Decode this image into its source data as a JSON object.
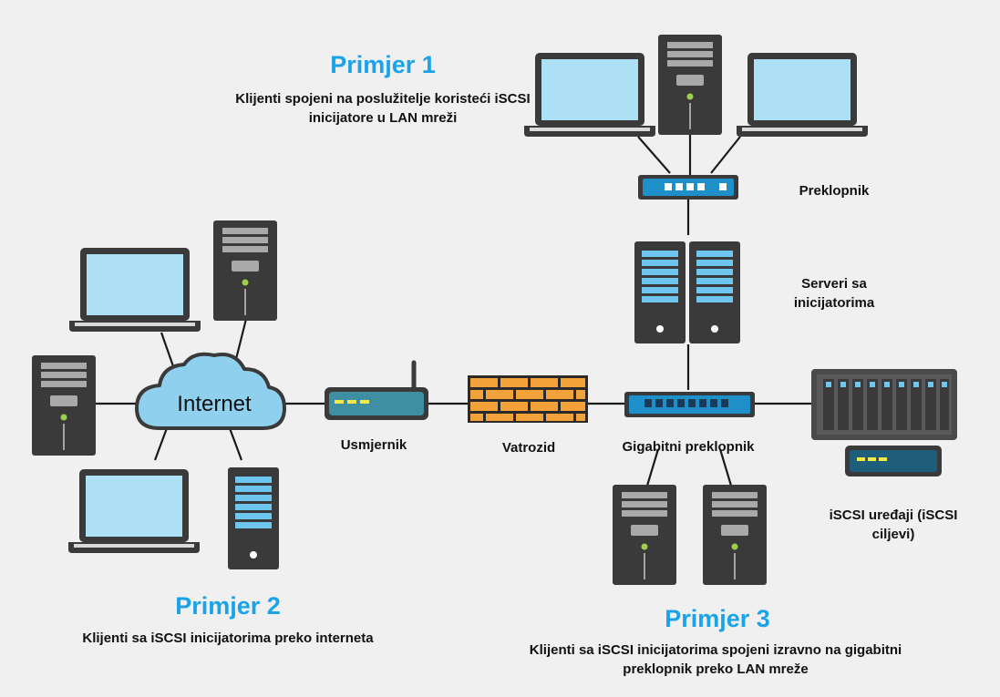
{
  "example1": {
    "title": "Primjer 1",
    "desc": "Klijenti spojeni na poslužitelje koristeći iSCSI inicijatore u LAN mreži"
  },
  "example2": {
    "title": "Primjer 2",
    "desc": "Klijenti sa iSCSI inicijatorima preko interneta"
  },
  "example3": {
    "title": "Primjer 3",
    "desc": "Klijenti sa iSCSI inicijatorima spojeni izravno na gigabitni preklopnik preko LAN mreže"
  },
  "labels": {
    "switch": "Preklopnik",
    "servers": "Serveri sa inicijatorima",
    "internet": "Internet",
    "router": "Usmjernik",
    "firewall": "Vatrozid",
    "gigabit_switch": "Gigabitni preklopnik",
    "iscsi_devices": "iSCSI uređaji (iSCSI ciljevi)"
  },
  "colors": {
    "title_blue": "#1aa3e8",
    "device_dark": "#3a3a3a",
    "screen_blue": "#aee0f5",
    "switch_blue": "#1f8fc9",
    "firewall_orange": "#f3a23a",
    "cloud_blue": "#8fd0ee",
    "led_green": "#9ad24a",
    "led_yellow": "#f5e84a"
  }
}
